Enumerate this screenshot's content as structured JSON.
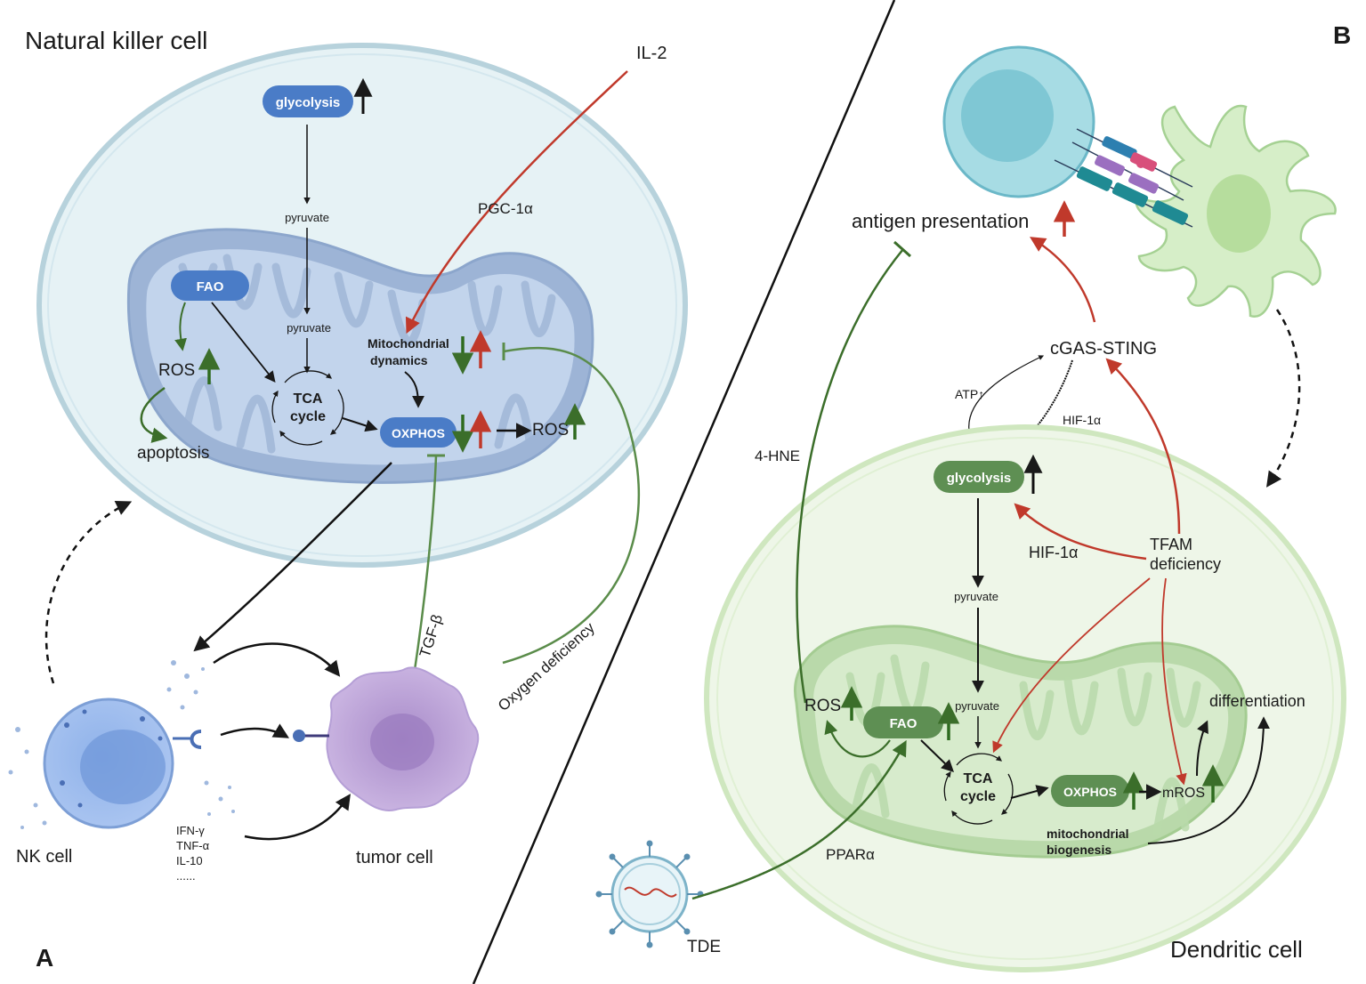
{
  "panel_a": {
    "title": "Natural killer cell",
    "panel_letter": "A",
    "glycolysis": "glycolysis",
    "pyruvate_1": "pyruvate",
    "pyruvate_2": "pyruvate",
    "fao": "FAO",
    "ros_left": "ROS",
    "apoptosis": "apoptosis",
    "tca_line1": "TCA",
    "tca_line2": "cycle",
    "mito_dyn_line1": "Mitochondrial",
    "mito_dyn_line2": "dynamics",
    "oxphos": "OXPHOS",
    "ros_right": "ROS",
    "il2": "IL-2",
    "pgc": "PGC-1α",
    "tgf": "TGF-β",
    "oxygen": "Oxygen deficiency",
    "nk_cell": "NK cell",
    "tumor_cell": "tumor cell",
    "cytokines": [
      "IFN-γ",
      "TNF-α",
      "IL-10",
      "......"
    ]
  },
  "panel_b": {
    "title": "Dendritic cell",
    "panel_letter": "B",
    "antigen": "antigen presentation",
    "cgas": "cGAS-STING",
    "atp": "ATP↑",
    "hif_top": "HIF-1α",
    "hif_mid": "HIF-1α",
    "four_hne": "4-HNE",
    "glycolysis": "glycolysis",
    "tfam_line1": "TFAM",
    "tfam_line2": "deficiency",
    "pyruvate_1": "pyruvate",
    "pyruvate_2": "pyruvate",
    "ros": "ROS",
    "fao": "FAO",
    "tca_line1": "TCA",
    "tca_line2": "cycle",
    "oxphos": "OXPHOS",
    "mros": "mROS",
    "differentiation": "differentiation",
    "mito_bio_line1": "mitochondrial",
    "mito_bio_line2": "biogenesis",
    "ppar": "PPARα",
    "tde": "TDE"
  },
  "colors": {
    "nk_cell_fill": "#e6f2f5",
    "nk_mito": "#9db4d6",
    "blue_pill": "#4a7cc7",
    "green_pill": "#5e8f53",
    "dc_cell_fill": "#eef6e8",
    "dc_mito": "#b9d9aa",
    "red_arrow": "#c0392b",
    "green_arrow": "#3b6e2a",
    "up_down_red": "#c0392b",
    "up_down_green": "#2e6b1f"
  }
}
